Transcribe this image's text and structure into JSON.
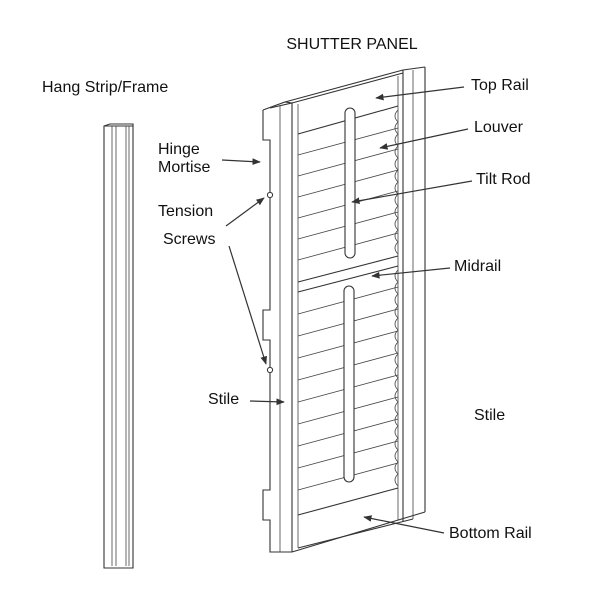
{
  "title": "SHUTTER PANEL",
  "labels": {
    "hang_strip": "Hang Strip/Frame",
    "hinge_mortise_1": "Hinge",
    "hinge_mortise_2": "Mortise",
    "tension_screws_1": "Tension",
    "tension_screws_2": "Screws",
    "stile_left": "Stile",
    "stile_right": "Stile",
    "top_rail": "Top Rail",
    "louver": "Louver",
    "tilt_rod": "Tilt Rod",
    "midrail": "Midrail",
    "bottom_rail": "Bottom Rail"
  }
}
